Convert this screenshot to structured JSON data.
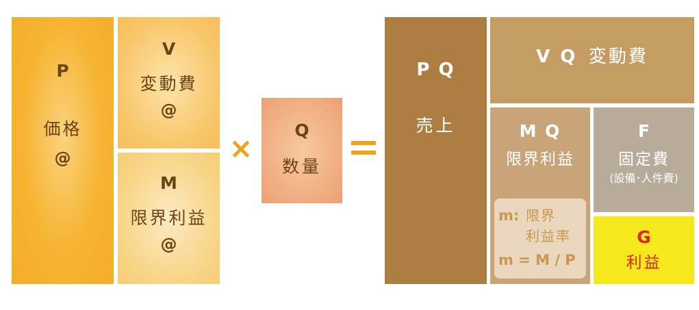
{
  "left": {
    "p": {
      "symbol": "P",
      "label": "価格",
      "unit": "@"
    },
    "v": {
      "symbol": "V",
      "label": "変動費",
      "unit": "@"
    },
    "m": {
      "symbol": "M",
      "label": "限界利益",
      "unit": "@"
    }
  },
  "operators": {
    "times": "×"
  },
  "q": {
    "symbol": "Q",
    "label": "数量"
  },
  "right": {
    "pq": {
      "symbol": "P Q",
      "label": "売上"
    },
    "vq": {
      "symbol": "V Q",
      "label": "変動費"
    },
    "mq": {
      "symbol": "M Q",
      "label": "限界利益"
    },
    "f": {
      "symbol": "F",
      "label": "固定費",
      "note": "(設備･人件費)"
    },
    "g": {
      "symbol": "G",
      "label": "利益"
    },
    "ratio": {
      "prefix": "m:",
      "line1": "限界",
      "line2": "利益率",
      "formula": "m = M / P"
    }
  },
  "colors": {
    "price": "#f6b431",
    "variable_cost": "#f8c66a",
    "marginal_profit": "#f8d486",
    "quantity": "#f0aa7d",
    "operator": "#f0a21c",
    "sales": "#ad7d41",
    "variable_cost_total": "#c69c65",
    "marginal_profit_total": "#c8a478",
    "fixed_cost": "#b9ab9a",
    "profit": "#f5e81c",
    "profit_text": "#d8262c",
    "dark_text": "#6b4417"
  }
}
